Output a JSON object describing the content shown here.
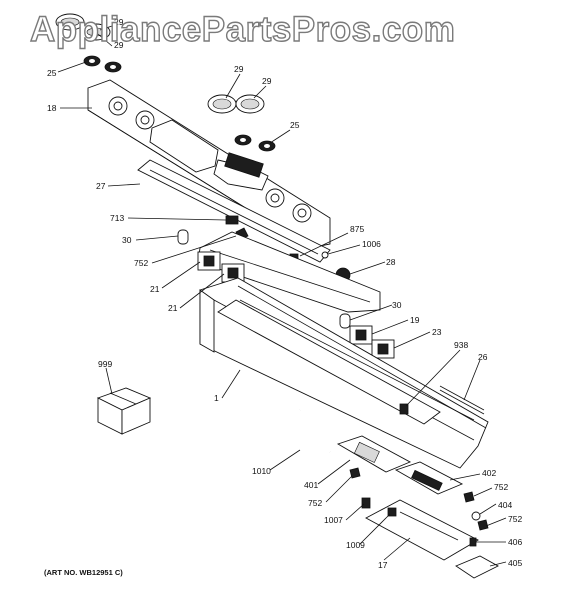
{
  "watermark": "AppliancePartsPros.com",
  "art_number": "(ART NO. WB12951 C)",
  "callouts": [
    "29",
    "29",
    "25",
    "18",
    "29",
    "29",
    "25",
    "27",
    "713",
    "875",
    "1006",
    "30",
    "752",
    "28",
    "21",
    "21",
    "30",
    "19",
    "23",
    "938",
    "26",
    "999",
    "1",
    "1010",
    "401",
    "402",
    "752",
    "752",
    "404",
    "1007",
    "752",
    "1009",
    "406",
    "17",
    "405"
  ]
}
